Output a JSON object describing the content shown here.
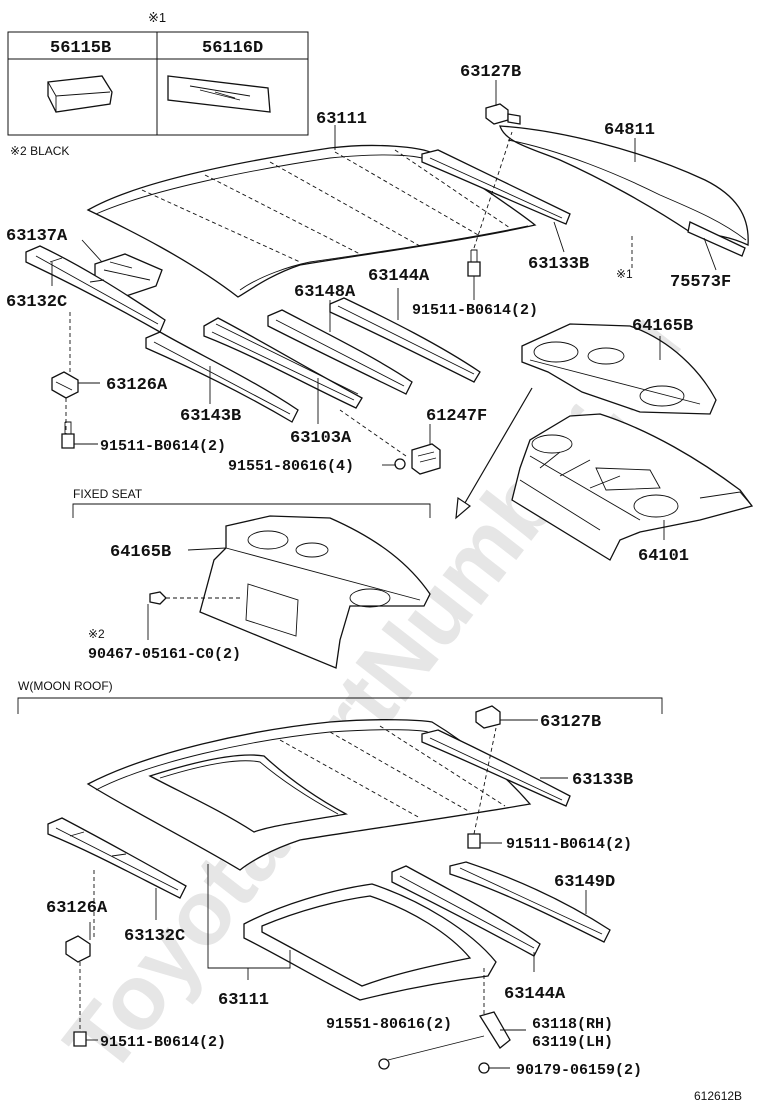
{
  "watermark": "ToyotaPartNumber.ru",
  "legend": {
    "mark": "※1",
    "columns": [
      "56115B",
      "56116D"
    ],
    "note": "※2 BLACK"
  },
  "sections": {
    "fixed_seat": "FIXED SEAT",
    "moon_roof": "W(MOON ROOF)"
  },
  "labels": {
    "p63127B_top": "63127B",
    "p63111_top": "63111",
    "p64811": "64811",
    "p63137A": "63137A",
    "p63132C_top": "63132C",
    "p63133B_top": "63133B",
    "mark1_right": "※1",
    "p75573F": "75573F",
    "p63148A": "63148A",
    "p63144A_top": "63144A",
    "p91511_mid": "91511-B0614(2)",
    "p64165B_top": "64165B",
    "p63126A_top": "63126A",
    "p63143B": "63143B",
    "p63103A": "63103A",
    "p61247F": "61247F",
    "p91511_left": "91511-B0614(2)",
    "p91551_top": "91551-80616(4)",
    "p64101": "64101",
    "p64165B_fixed": "64165B",
    "mark2": "※2",
    "p90467": "90467-05161-C0(2)",
    "p63127B_bot": "63127B",
    "p63133B_bot": "63133B",
    "p91511_bot_right": "91511-B0614(2)",
    "p63149D": "63149D",
    "p63126A_bot": "63126A",
    "p63132C_bot": "63132C",
    "p63111_bot": "63111",
    "p63144A_bot": "63144A",
    "p91551_bot": "91551-80616(2)",
    "p63118": "63118(RH)",
    "p63119": "63119(LH)",
    "p91511_bot_left": "91511-B0614(2)",
    "p90179": "90179-06159(2)"
  },
  "figure_id": "612612B"
}
